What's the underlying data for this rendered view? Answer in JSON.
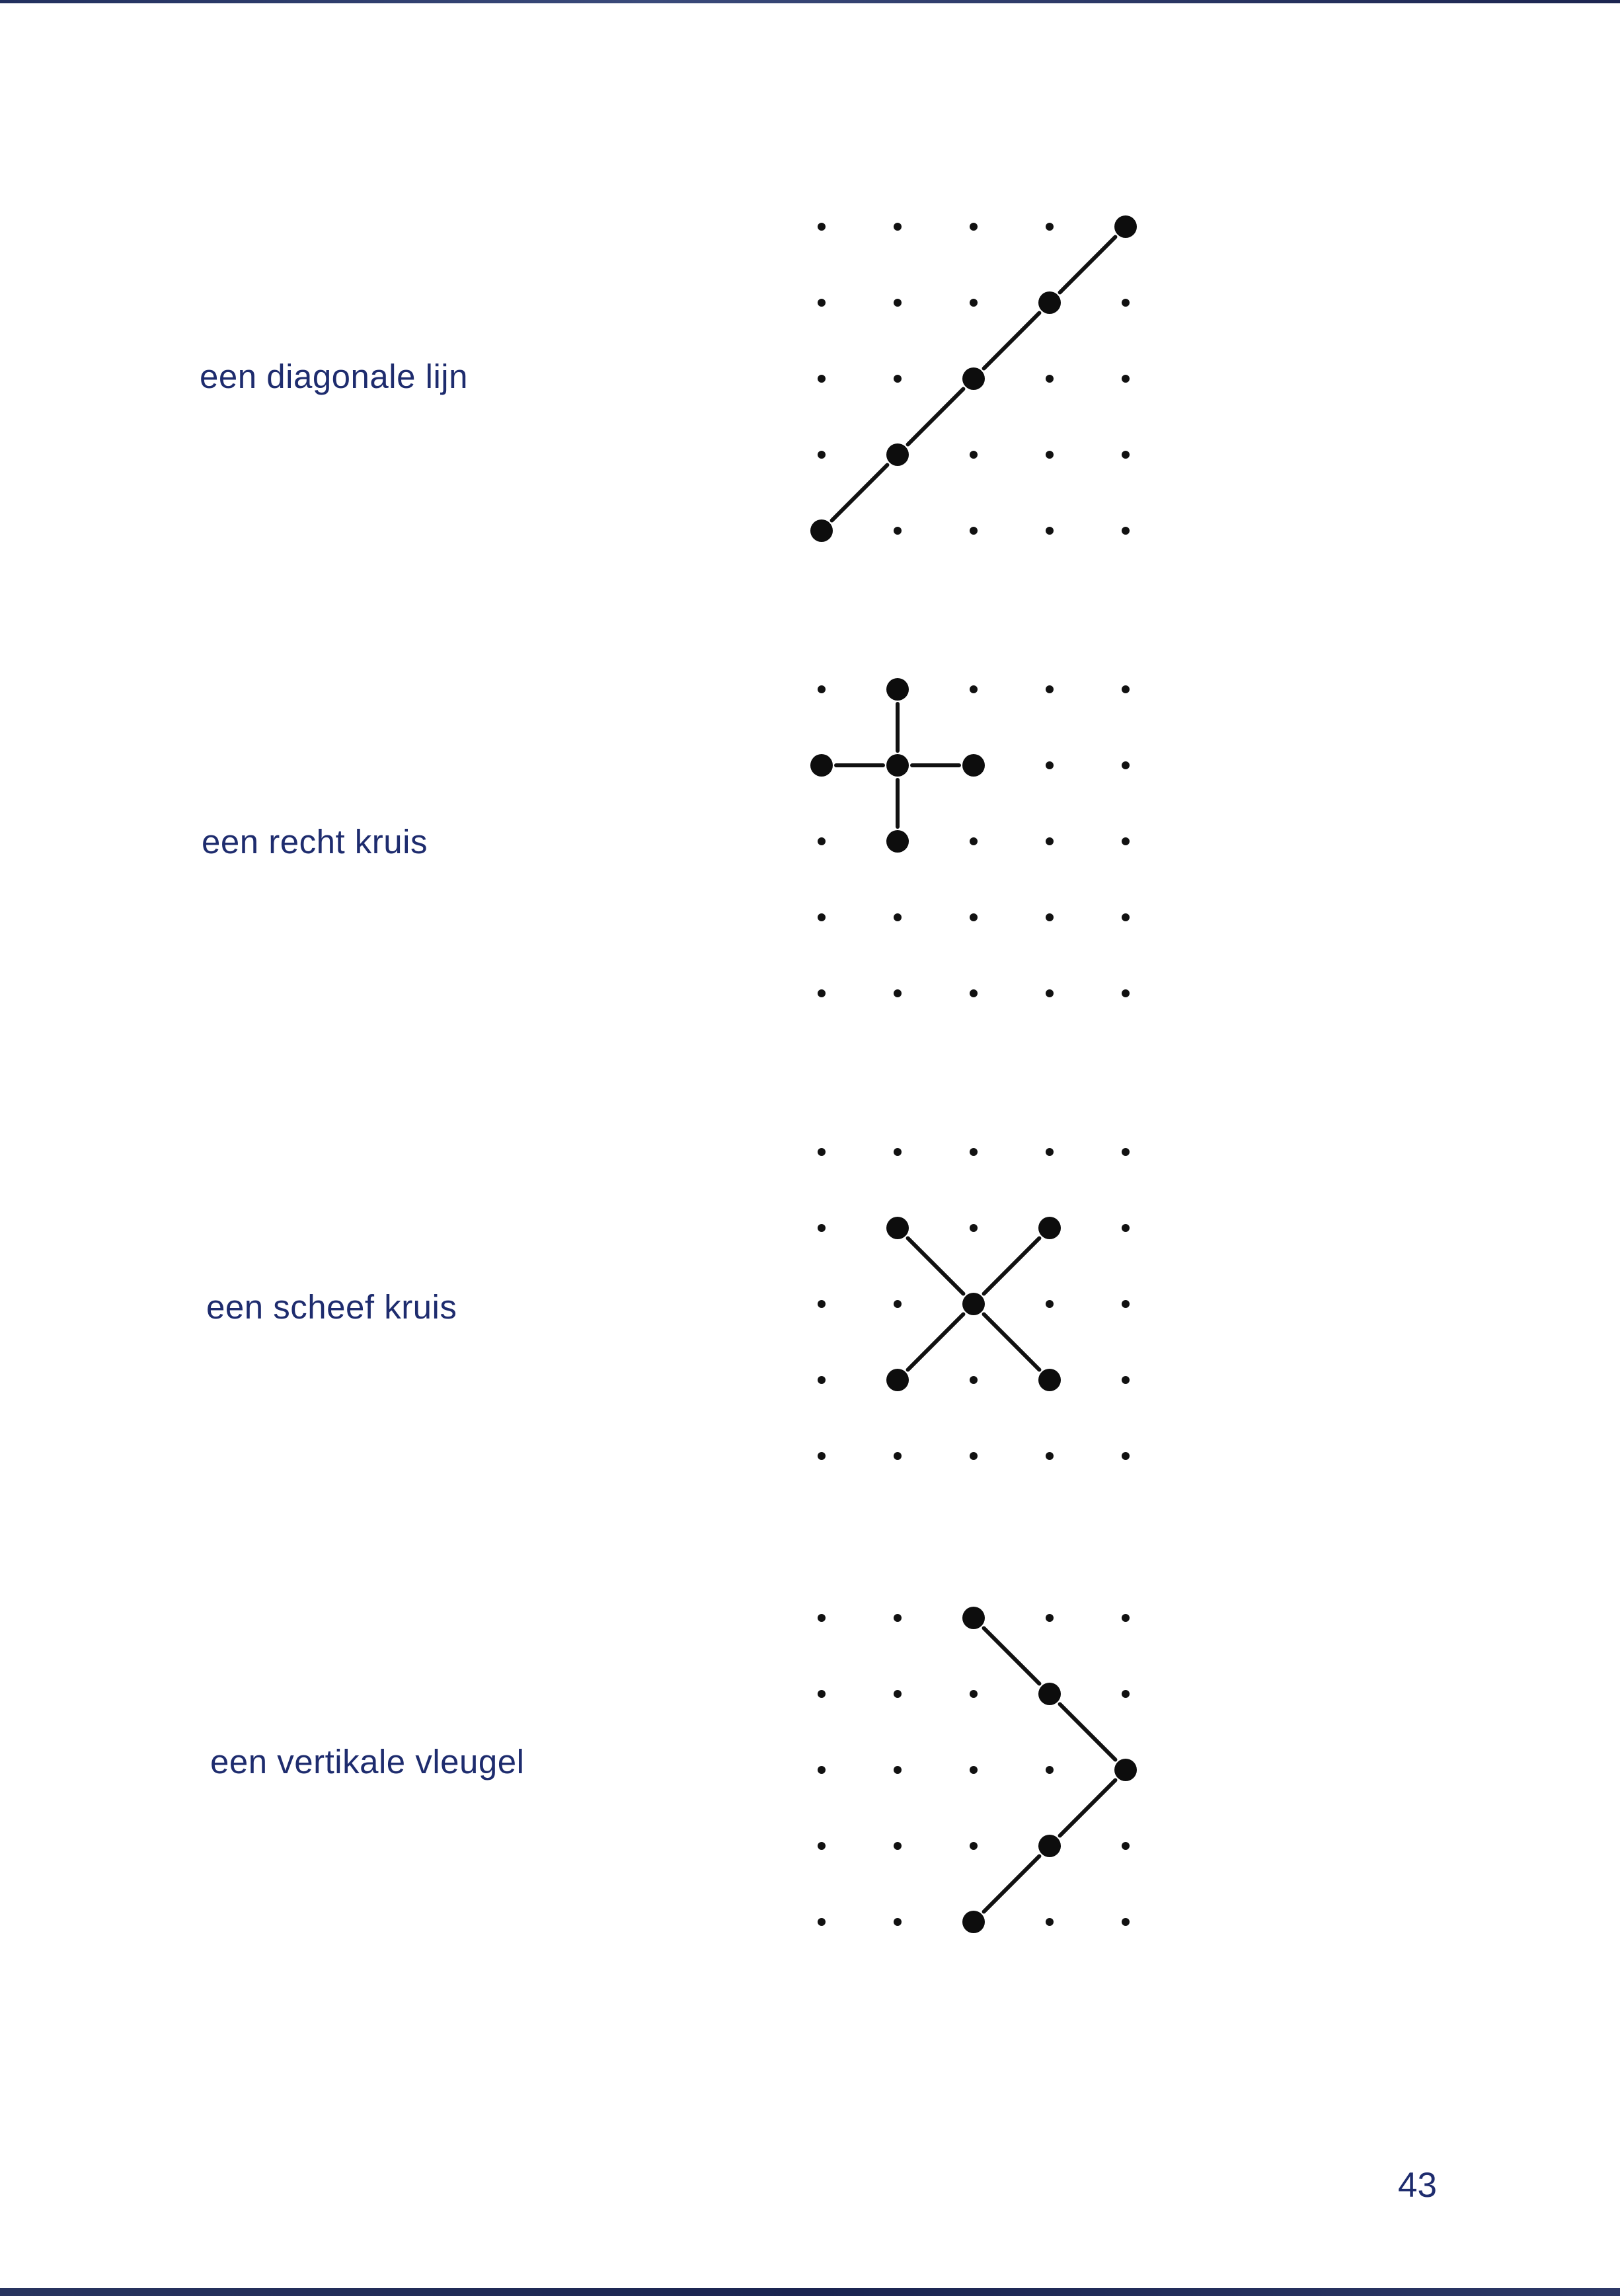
{
  "page": {
    "page_number": "43"
  },
  "examples": [
    {
      "label": "een diagonale lijn",
      "grid": {
        "rows": 5,
        "cols": 5
      },
      "points": [
        [
          0,
          4
        ],
        [
          1,
          3
        ],
        [
          2,
          2
        ],
        [
          3,
          1
        ],
        [
          4,
          0
        ]
      ],
      "segments": [
        [
          [
            0,
            4
          ],
          [
            1,
            3
          ]
        ],
        [
          [
            1,
            3
          ],
          [
            2,
            2
          ]
        ],
        [
          [
            2,
            2
          ],
          [
            3,
            1
          ]
        ],
        [
          [
            3,
            1
          ],
          [
            4,
            0
          ]
        ]
      ]
    },
    {
      "label": "een recht kruis",
      "grid": {
        "rows": 5,
        "cols": 5
      },
      "points": [
        [
          1,
          0
        ],
        [
          0,
          1
        ],
        [
          1,
          1
        ],
        [
          2,
          1
        ],
        [
          1,
          2
        ]
      ],
      "segments": [
        [
          [
            1,
            0
          ],
          [
            1,
            1
          ]
        ],
        [
          [
            0,
            1
          ],
          [
            1,
            1
          ]
        ],
        [
          [
            1,
            1
          ],
          [
            2,
            1
          ]
        ],
        [
          [
            1,
            1
          ],
          [
            1,
            2
          ]
        ]
      ]
    },
    {
      "label": "een scheef kruis",
      "grid": {
        "rows": 5,
        "cols": 5
      },
      "points": [
        [
          1,
          1
        ],
        [
          3,
          1
        ],
        [
          2,
          2
        ],
        [
          1,
          3
        ],
        [
          3,
          3
        ]
      ],
      "segments": [
        [
          [
            1,
            1
          ],
          [
            2,
            2
          ]
        ],
        [
          [
            3,
            1
          ],
          [
            2,
            2
          ]
        ],
        [
          [
            2,
            2
          ],
          [
            1,
            3
          ]
        ],
        [
          [
            2,
            2
          ],
          [
            3,
            3
          ]
        ]
      ]
    },
    {
      "label": "een vertikale vleugel",
      "grid": {
        "rows": 5,
        "cols": 5
      },
      "points": [
        [
          2,
          0
        ],
        [
          3,
          1
        ],
        [
          4,
          2
        ],
        [
          3,
          3
        ],
        [
          2,
          4
        ]
      ],
      "segments": [
        [
          [
            2,
            0
          ],
          [
            3,
            1
          ]
        ],
        [
          [
            3,
            1
          ],
          [
            4,
            2
          ]
        ],
        [
          [
            4,
            2
          ],
          [
            3,
            3
          ]
        ],
        [
          [
            3,
            3
          ],
          [
            2,
            4
          ]
        ]
      ]
    }
  ]
}
